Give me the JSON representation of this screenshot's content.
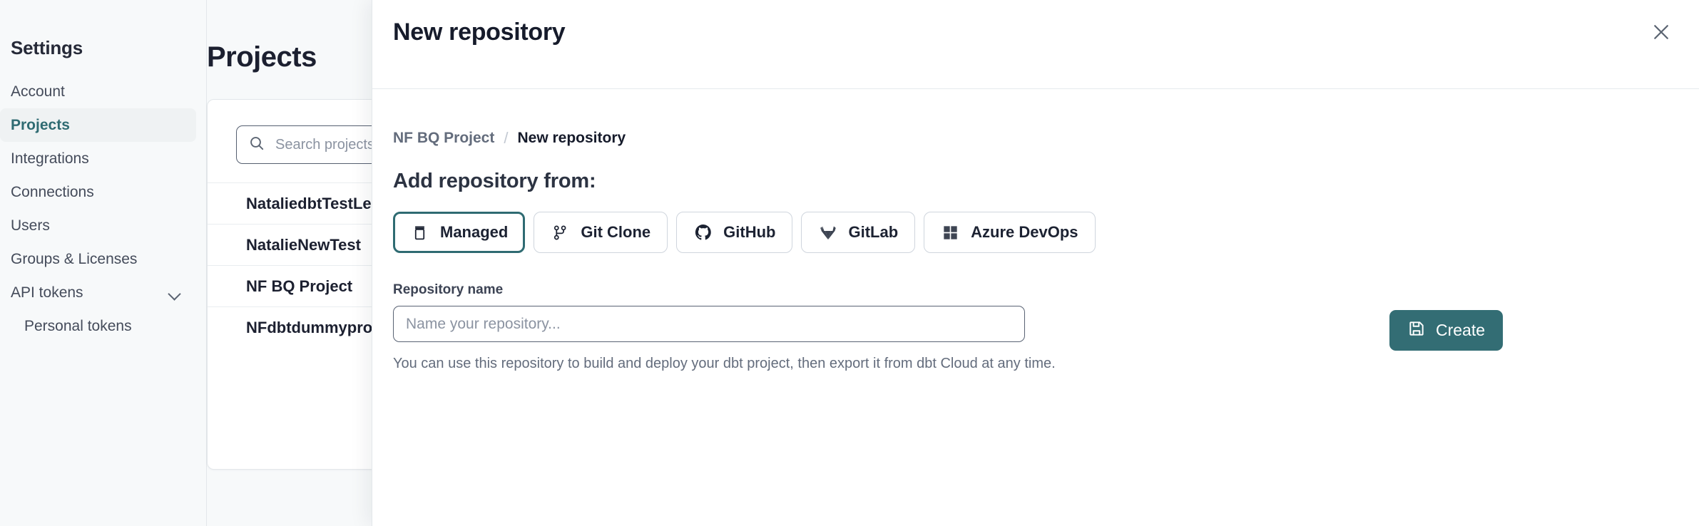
{
  "sidebar": {
    "title": "Settings",
    "items": [
      {
        "label": "Account",
        "name": "sidebar-item-account",
        "active": false,
        "sub": false,
        "chevron": false
      },
      {
        "label": "Projects",
        "name": "sidebar-item-projects",
        "active": true,
        "sub": false,
        "chevron": false
      },
      {
        "label": "Integrations",
        "name": "sidebar-item-integrations",
        "active": false,
        "sub": false,
        "chevron": false
      },
      {
        "label": "Connections",
        "name": "sidebar-item-connections",
        "active": false,
        "sub": false,
        "chevron": false
      },
      {
        "label": "Users",
        "name": "sidebar-item-users",
        "active": false,
        "sub": false,
        "chevron": false
      },
      {
        "label": "Groups & Licenses",
        "name": "sidebar-item-groups-licenses",
        "active": false,
        "sub": false,
        "chevron": false
      },
      {
        "label": "API tokens",
        "name": "sidebar-item-api-tokens",
        "active": false,
        "sub": false,
        "chevron": true
      },
      {
        "label": "Personal tokens",
        "name": "sidebar-item-personal-tokens",
        "active": false,
        "sub": true,
        "chevron": false
      }
    ]
  },
  "main": {
    "page_title": "Projects",
    "search": {
      "placeholder": "Search projects by name...",
      "value": "Search projects by name...",
      "icon": "search-icon"
    },
    "projects": [
      {
        "name": "NataliedbtTestLearn T"
      },
      {
        "name": "NatalieNewTest"
      },
      {
        "name": "NF BQ Project"
      },
      {
        "name": "NFdbtdummyproject"
      }
    ]
  },
  "drawer": {
    "title": "New repository",
    "close_icon": "close-icon",
    "breadcrumb": {
      "parent": "NF BQ Project",
      "separator": "/",
      "current": "New repository"
    },
    "add_from_heading": "Add repository from:",
    "sources": [
      {
        "label": "Managed",
        "icon": "database-icon",
        "name": "source-option-managed",
        "selected": true
      },
      {
        "label": "Git Clone",
        "icon": "git-branch-icon",
        "name": "source-option-git-clone",
        "selected": false
      },
      {
        "label": "GitHub",
        "icon": "github-icon",
        "name": "source-option-github",
        "selected": false
      },
      {
        "label": "GitLab",
        "icon": "gitlab-icon",
        "name": "source-option-gitlab",
        "selected": false
      },
      {
        "label": "Azure DevOps",
        "icon": "azure-devops-icon",
        "name": "source-option-azure-devops",
        "selected": false
      }
    ],
    "repo_name_label": "Repository name",
    "repo_name_placeholder": "Name your repository...",
    "repo_name_value": "",
    "create_button": {
      "label": "Create",
      "icon": "save-icon"
    },
    "help_text": "You can use this repository to build and deploy your dbt project, then export it from dbt Cloud at any time."
  },
  "colors": {
    "accent_teal": "#336d74",
    "accent_teal_border": "#2f6b72",
    "text_dark": "#161b2b",
    "text_muted": "#636c7c",
    "sidebar_bg": "#f7f9fa",
    "border": "#e3e7ea"
  }
}
